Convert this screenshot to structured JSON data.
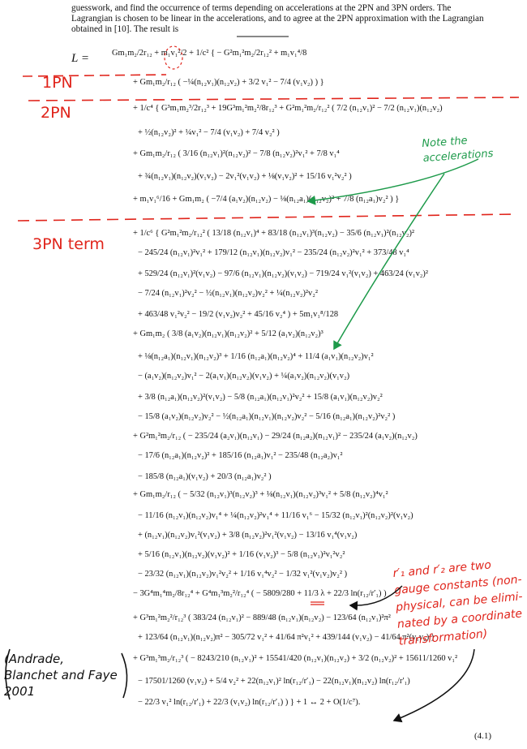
{
  "intro_text": "guesswork, and find the occurrence of terms depending on accelerations at the 2PN and 3PN orders. The Lagrangian is chosen to be linear in the accelerations, and to agree at the 2PN approximation with the Lagrangian obtained in [10]. The result is",
  "lhs": "L =",
  "equation_lines": [
    "Gm₁m₂/2r₁₂ + m₁v₁²/2 + 1/c² { − G²m₁²m₂/2r₁₂² + m₁v₁⁴/8",
    "+ Gm₁m₂/r₁₂ ( −¼(n₁₂v₁)(n₁₂v₂) + 3/2 v₁² − 7/4 (v₁v₂) ) }",
    "+ 1/c⁴ { G³m₁m₂³/2r₁₂³ + 19G³m₁²m₂²/8r₁₂³ + G²m₁²m₂/r₁₂² ( 7/2 (n₁₂v₁)² − 7/2 (n₁₂v₁)(n₁₂v₂)",
    "+ ½(n₁₂v₂)² + ¼v₁² − 7/4 (v₁v₂) + 7/4 v₂² )",
    "+ Gm₁m₂/r₁₂ ( 3/16 (n₁₂v₁)²(n₁₂v₂)² − 7/8 (n₁₂v₂)²v₁² + 7/8 v₁⁴",
    "+ ¾(n₁₂v₁)(n₁₂v₂)(v₁v₂) − 2v₁²(v₁v₂) + ⅛(v₁v₂)² + 15/16 v₁²v₂² )",
    "+ m₁v₁⁶/16 + Gm₁m₂ ( −7/4 (a₁v₂)(n₁₂v₂) − ⅛(n₁₂a₁)(n₁₂v₂)² + 7/8 (n₁₂a₁)v₂² ) }",
    "+ 1/c⁶ { G²m₁²m₂/r₁₂² ( 13/18 (n₁₂v₁)⁴ + 83/18 (n₁₂v₁)³(n₁₂v₂) − 35/6 (n₁₂v₁)²(n₁₂v₂)²",
    "− 245/24 (n₁₂v₁)²v₁² + 179/12 (n₁₂v₁)(n₁₂v₂)v₁² − 235/24 (n₁₂v₂)²v₁² + 373/48 v₁⁴",
    "+ 529/24 (n₁₂v₁)²(v₁v₂) − 97/6 (n₁₂v₁)(n₁₂v₂)(v₁v₂) − 719/24 v₁²(v₁v₂) + 463/24 (v₁v₂)²",
    "− 7/24 (n₁₂v₁)²v₂² − ½(n₁₂v₁)(n₁₂v₂)v₂² + ¼(n₁₂v₂)²v₂²",
    "+ 463/48 v₁²v₂² − 19/2 (v₁v₂)v₂² + 45/16 v₂⁴ ) + 5m₁v₁⁸/128",
    "+ Gm₁m₂ ( 3/8 (a₁v₂)(n₁₂v₁)(n₁₂v₂)² + 5/12 (a₁v₂)(n₁₂v₂)³",
    "+ ⅛(n₁₂a₁)(n₁₂v₁)(n₁₂v₂)³ + 1/16 (n₁₂a₁)(n₁₂v₂)⁴ + 11/4 (a₁v₁)(n₁₂v₂)v₁²",
    "− (a₁v₂)(n₁₂v₂)v₁² − 2(a₁v₁)(n₁₂v₂)(v₁v₂) + ¼(a₁v₂)(n₁₂v₂)(v₁v₂)",
    "+ 3/8 (n₁₂a₁)(n₁₂v₂)²(v₁v₂) − 5/8 (n₁₂a₁)(n₁₂v₁)²v₂² + 15/8 (a₁v₁)(n₁₂v₂)v₂²",
    "− 15/8 (a₁v₂)(n₁₂v₂)v₂² − ½(n₁₂a₁)(n₁₂v₁)(n₁₂v₂)v₂² − 5/16 (n₁₂a₁)(n₁₂v₂)²v₂² )",
    "+ G²m₁²m₂/r₁₂ ( − 235/24 (a₂v₁)(n₁₂v₁) − 29/24 (n₁₂a₂)(n₁₂v₁)² − 235/24 (a₁v₂)(n₁₂v₂)",
    "− 17/6 (n₁₂a₁)(n₁₂v₂)² + 185/16 (n₁₂a₁)v₁² − 235/48 (n₁₂a₂)v₁²",
    "− 185/8 (n₁₂a₁)(v₁v₂) + 20/3 (n₁₂a₁)v₂² )",
    "+ Gm₁m₂/r₁₂ ( − 5/32 (n₁₂v₁)³(n₁₂v₂)³ + ⅛(n₁₂v₁)(n₁₂v₂)³v₁² + 5/8 (n₁₂v₂)⁴v₁²",
    "− 11/16 (n₁₂v₁)(n₁₂v₂)v₁⁴ + ¼(n₁₂v₂)²v₁⁴ + 11/16 v₁⁶ − 15/32 (n₁₂v₁)²(n₁₂v₂)²(v₁v₂)",
    "+ (n₁₂v₁)(n₁₂v₂)v₁²(v₁v₂) + 3/8 (n₁₂v₂)²v₁²(v₁v₂) − 13/16 v₁⁴(v₁v₂)",
    "+ 5/16 (n₁₂v₁)(n₁₂v₂)(v₁v₂)² + 1/16 (v₁v₂)³ − 5/8 (n₁₂v₁)²v₁²v₂²",
    "− 23/32 (n₁₂v₁)(n₁₂v₂)v₁²v₂² + 1/16 v₁⁴v₂² − 1/32 v₁²(v₁v₂)v₂² )",
    "− 3G⁴m₁⁴m₂/8r₁₂⁴ + G⁴m₁³m₂²/r₁₂⁴ ( − 5809/280 + 11/3 λ + 22/3 ln(r₁₂/r′₁) )",
    "+ G³m₁²m₂²/r₁₂³ ( 383/24 (n₁₂v₁)² − 889/48 (n₁₂v₁)(n₁₂v₂) − 123/64 (n₁₂v₁)²π²",
    "+ 123/64 (n₁₂v₁)(n₁₂v₂)π² − 305/72 v₁² + 41/64 π²v₁² + 439/144 (v₁v₂) − 41/64 π²(v₁v₂) )",
    "+ G³m₁³m₂/r₁₂³ ( − 8243/210 (n₁₂v₁)² + 15541/420 (n₁₂v₁)(n₁₂v₂) + 3/2 (n₁₂v₂)² + 15611/1260 v₁²",
    "− 17501/1260 (v₁v₂) + 5/4 v₂² + 22(n₁₂v₁)² ln(r₁₂/r′₁) − 22(n₁₂v₁)(n₁₂v₂) ln(r₁₂/r′₁)",
    "− 22/3 v₁² ln(r₁₂/r′₁) + 22/3 (v₁v₂) ln(r₁₂/r′₁) ) } + 1 ↔ 2 + O(1/c⁷)."
  ],
  "equation_number": "(4.1)",
  "annotations": {
    "label_1pn": "1PN",
    "label_2pn": "2PN",
    "label_3pn": "3PN term",
    "note_accelerations": [
      "Note the",
      "accelerations"
    ],
    "note_gauge": [
      "r′₁ and r′₂ are two",
      "gauge constants (non-",
      "physical, can be elimi-",
      "nated by a coordinate",
      "transformation)"
    ],
    "citation": [
      "(Andrade,",
      "Blanchet and Faye",
      "2001"
    ]
  },
  "colors": {
    "red_ink": "#e0241b",
    "green_ink": "#1d9a4a",
    "text": "#111111"
  }
}
